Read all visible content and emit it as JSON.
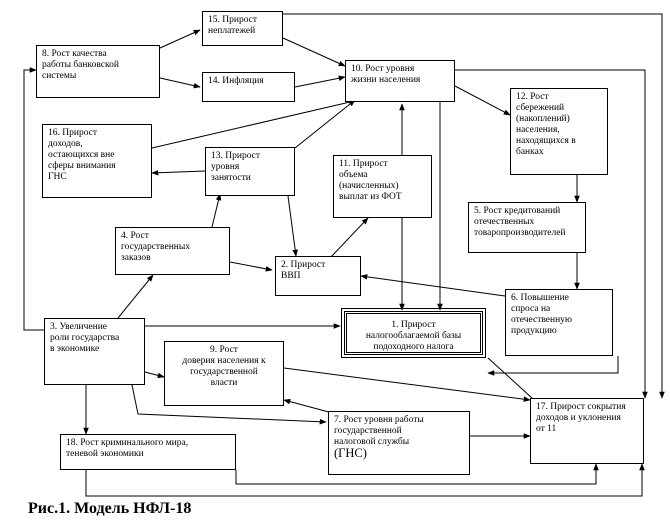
{
  "nodes": {
    "n1": {
      "text": "1. Прирост\nналогооблагаемой базы\nподоходного налога"
    },
    "n2": {
      "text": "2. Прирост\nВВП"
    },
    "n3": {
      "text": "3. Увеличение\nроли государства\nв экономике"
    },
    "n4": {
      "text": "4. Рост\nгосударственных\nзаказов"
    },
    "n5": {
      "text": "5. Рост кредитований\nотечественных\nтоваропроизводителей"
    },
    "n6": {
      "text": "6. Повышение\nспроса на\nотечественную\nпродукцию"
    },
    "n7": {
      "text": "7. Рост уровня работы\nгосударственной\nналоговой службы",
      "text_big": "(ГНС)"
    },
    "n8": {
      "text": "8. Рост качества\nработы банковской\nсистемы"
    },
    "n9": {
      "text": "9. Рост\nдоверия населения к\nгосударственной\nвласти"
    },
    "n10": {
      "text": "10. Рост уровня\nжизни населения"
    },
    "n11": {
      "text": "11. Прирост\nобъема\n(начисленных)\nвыплат из ФОТ"
    },
    "n12": {
      "text": "12. Рост\nсбережений\n(накоплений)\nнаселения,\nнаходящихся в\nбанках"
    },
    "n13": {
      "text": "13. Прирост\nуровня\nзанятости"
    },
    "n14": {
      "text": "14. Инфляция"
    },
    "n15": {
      "text": "15. Прирост\nнеплатежей"
    },
    "n16": {
      "text": "16. Прирост\nдоходов,\nостающихся вне\nсферы внимания\nГНС"
    },
    "n17": {
      "text": "17. Прирост сокрытия\nдоходов и уклонения\nот 11"
    },
    "n18": {
      "text": "18. Рост криминального мира,\nтеневой экономики"
    }
  },
  "caption": "Рис.1. Модель НФЛ-18",
  "colors": {
    "line": "#000000",
    "background": "#ffffff"
  }
}
